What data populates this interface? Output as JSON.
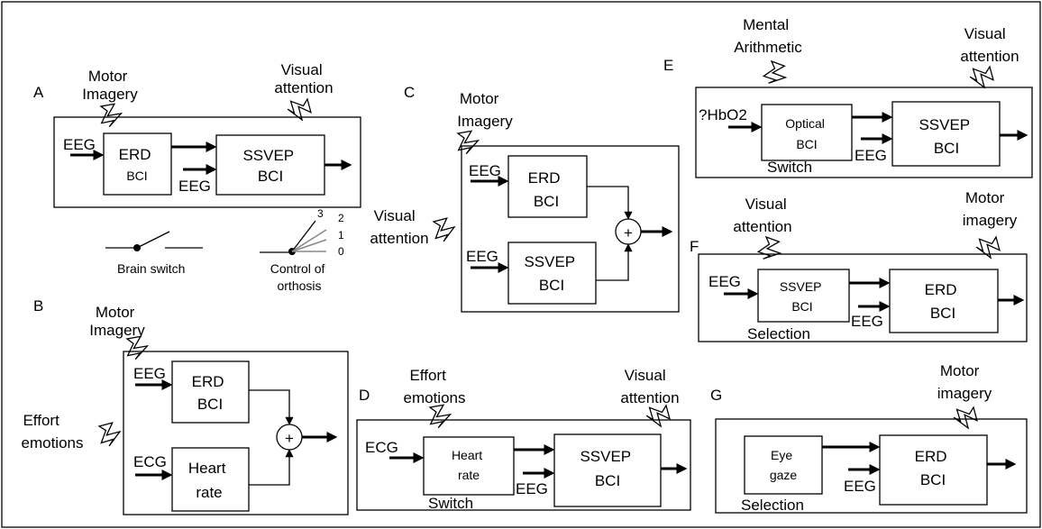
{
  "panels": {
    "A": {
      "letter": "A",
      "motor_imagery": [
        "Motor",
        "Imagery"
      ],
      "visual_attention": [
        "Visual",
        "attention"
      ],
      "erd_bci": [
        "ERD",
        "BCI"
      ],
      "ssvep_bci": [
        "SSVEP",
        "BCI"
      ],
      "eeg_in": "EEG",
      "eeg_mid": "EEG",
      "brain_switch": "Brain switch",
      "control_of_orthosis": [
        "Control of",
        "orthosis"
      ],
      "levels": [
        "3",
        "2",
        "1",
        "0"
      ]
    },
    "B": {
      "letter": "B",
      "motor_imagery": [
        "Motor",
        "Imagery"
      ],
      "effort_emotions": [
        "Effort",
        "emotions"
      ],
      "erd_bci": [
        "ERD",
        "BCI"
      ],
      "heart_rate": [
        "Heart",
        "rate"
      ],
      "eeg_in": "EEG",
      "ecg_in": "ECG"
    },
    "C": {
      "letter": "C",
      "motor_imagery": [
        "Motor",
        "Imagery"
      ],
      "visual_attention": [
        "Visual",
        "attention"
      ],
      "erd_bci": [
        "ERD",
        "BCI"
      ],
      "ssvep_bci": [
        "SSVEP",
        "BCI"
      ],
      "eeg_top": "EEG",
      "eeg_bottom": "EEG"
    },
    "D": {
      "letter": "D",
      "effort_emotions": [
        "Effort",
        "emotions"
      ],
      "visual_attention": [
        "Visual",
        "attention"
      ],
      "heart_rate": [
        "Heart",
        "rate"
      ],
      "ssvep_bci": [
        "SSVEP",
        "BCI"
      ],
      "ecg_in": "ECG",
      "eeg_mid": "EEG",
      "caption": "Switch"
    },
    "E": {
      "letter": "E",
      "mental_arithmetic": [
        "Mental",
        "Arithmetic"
      ],
      "visual_attention": [
        "Visual",
        "attention"
      ],
      "optical_bci": [
        "Optical",
        "BCI"
      ],
      "ssvep_bci": [
        "SSVEP",
        "BCI"
      ],
      "hbo2_in": "?HbO2",
      "eeg_mid": "EEG",
      "caption": "Switch"
    },
    "F": {
      "letter": "F",
      "visual_attention": [
        "Visual",
        "attention"
      ],
      "motor_imagery": [
        "Motor",
        "imagery"
      ],
      "ssvep_bci": [
        "SSVEP",
        "BCI"
      ],
      "erd_bci": [
        "ERD",
        "BCI"
      ],
      "eeg_in": "EEG",
      "eeg_mid": "EEG",
      "caption": "Selection"
    },
    "G": {
      "letter": "G",
      "motor_imagery": [
        "Motor",
        "imagery"
      ],
      "eye_gaze": [
        "Eye",
        "gaze"
      ],
      "erd_bci": [
        "ERD",
        "BCI"
      ],
      "eeg_mid": "EEG",
      "caption": "Selection"
    }
  }
}
